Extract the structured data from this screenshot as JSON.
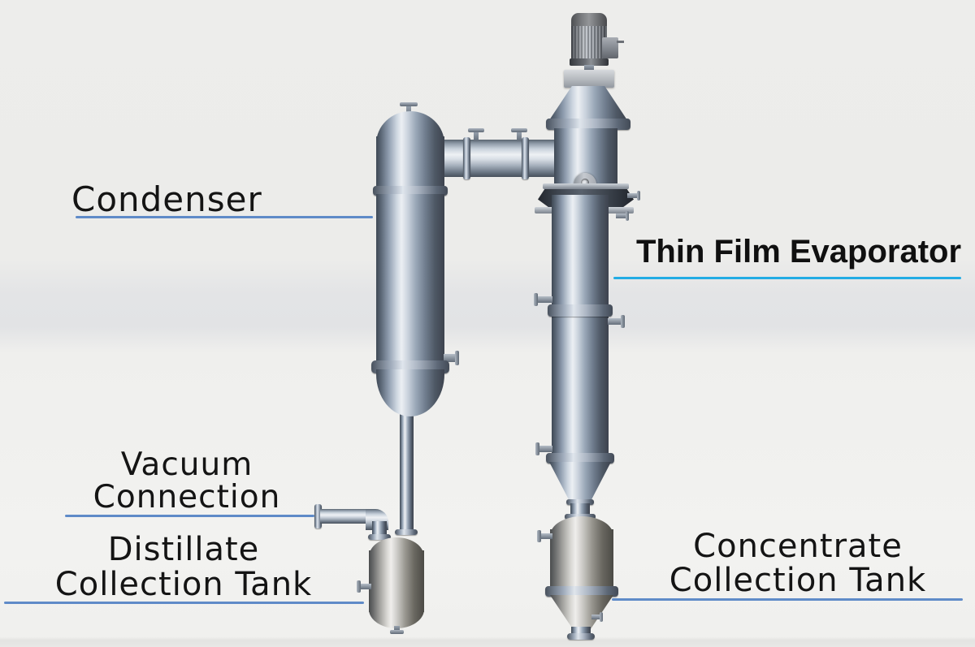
{
  "diagram": {
    "labels": [
      {
        "id": "condenser",
        "lines": [
          "Condenser"
        ],
        "leader_color": "#5f8bc8"
      },
      {
        "id": "thin-film-evaporator",
        "lines": [
          "Thin Film Evaporator"
        ],
        "leader_color": "#22ace4"
      },
      {
        "id": "vacuum-connection",
        "lines": [
          "Vacuum",
          "Connection"
        ],
        "leader_color": "#5f8bc8"
      },
      {
        "id": "distillate-collection-tank",
        "lines": [
          "Distillate",
          "Collection Tank"
        ],
        "leader_color": "#5f8bc8"
      },
      {
        "id": "concentrate-collection-tank",
        "lines": [
          "Concentrate",
          "Collection Tank"
        ],
        "leader_color": "#5f8bc8"
      }
    ],
    "equipment_parts": [
      "motor-drive",
      "condenser-vessel",
      "vapor-crossover-pipe",
      "thin-film-evaporator-column",
      "vacuum-connection-pipe",
      "distillate-collection-tank",
      "concentrate-collection-tank"
    ]
  },
  "colors": {
    "background": "#eeeeec",
    "label_text": "#141414",
    "leader_steel_blue": "#5f8bc8",
    "leader_cyan": "#22ace4",
    "steel_highlight": "#eceff3",
    "steel_shadow": "#3f4955"
  }
}
